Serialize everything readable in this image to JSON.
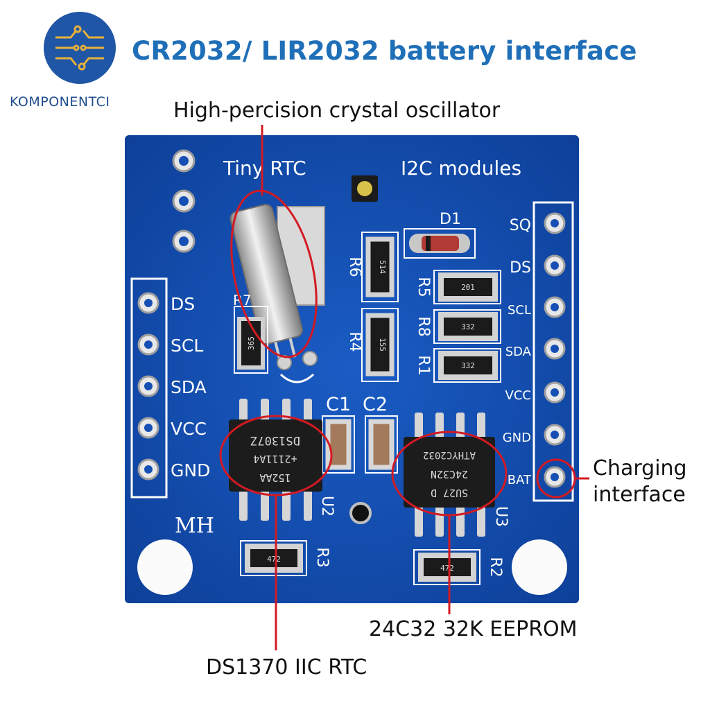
{
  "page": {
    "title": "CR2032/ LIR2032 battery interface",
    "brand": "KOMPONENTCI"
  },
  "annotations": {
    "crystal": "High-percision crystal oscillator",
    "charging_line1": "Charging",
    "charging_line2": "interface",
    "eeprom": "24C32 32K EEPROM",
    "rtc": "DS1370 IIC RTC"
  },
  "board": {
    "label_left": "Tiny RTC",
    "label_right": "I2C  modules",
    "maker": "MH",
    "left_pins": [
      "DS",
      "SCL",
      "SDA",
      "VCC",
      "GND"
    ],
    "right_pins": [
      "SQ",
      "DS",
      "SCL",
      "SDA",
      "VCC",
      "GND",
      "BAT"
    ],
    "refs": {
      "d1": "D1",
      "r6": "R6",
      "r5": "R5",
      "r8": "R8",
      "r1": "R1",
      "r4": "R4",
      "r7": "R7",
      "c1": "C1",
      "c2": "C2",
      "u2": "U2",
      "u3": "U3",
      "r3": "R3",
      "r2": "R2"
    },
    "resistor_codes": {
      "r6": "514",
      "r5": "201",
      "r8": "332",
      "r1": "332",
      "r4": "155",
      "r7": "365",
      "r3": "472",
      "r2": "472"
    },
    "chip_u2_lines": [
      "152AA",
      "+2111A4",
      "DS1307Z"
    ],
    "chip_u3_lines": [
      "SU27 D",
      "24C32N",
      "ATHYC2032"
    ]
  },
  "colors": {
    "pcb": "#1650b4",
    "pcb_dark": "#0d3e96",
    "silkscreen": "#ffffff",
    "highlight": "#d31a22",
    "title": "#1f6fb8"
  }
}
